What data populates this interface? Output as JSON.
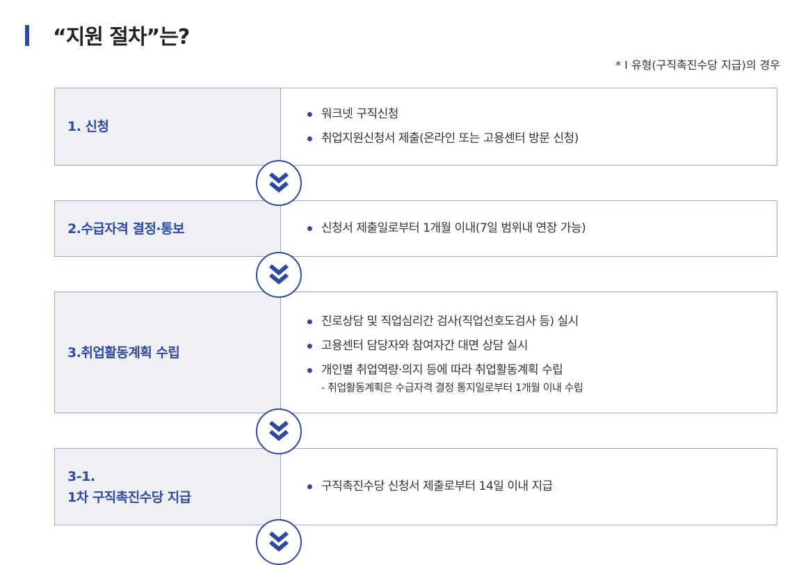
{
  "header": {
    "title": "“지원 절차”는?",
    "note": "* I 유형(구직촉진수당 지급)의 경우"
  },
  "steps": [
    {
      "title": "1. 신청",
      "items": [
        "워크넷 구직신청",
        "취업지원신청서 제출(온라인 또는 고용센터 방문 신청)"
      ]
    },
    {
      "title": "2.수급자격 결정·통보",
      "items": [
        "신청서 제출일로부터 1개월 이내(7일 범위내 연장 가능)"
      ]
    },
    {
      "title": "3.취업활동계획 수립",
      "items": [
        "진로상담 및 직업심리간 검사(직업선호도검사 등) 실시",
        "고용센터 담당자와 참여자간 대면 상담 실시",
        "개인별 취업역량·의지 등에 따라 취업활동계획 수립"
      ],
      "sub": "- 취업활동계획은 수급자격 결정 통지일로부터 1개월 이내 수립"
    },
    {
      "title": "3-1.\n1차 구직촉진수당 지급",
      "items": [
        "구직촉진수당 신청서 제출로부터 14일 이내 지급"
      ]
    }
  ],
  "icons": {
    "step_arrow": "double-chevron-down-icon",
    "bullet": "bullet-dot-icon"
  },
  "colors": {
    "accent": "#2f4a9c",
    "head_bg": "#eef0f6",
    "border": "#9aa6c2"
  }
}
